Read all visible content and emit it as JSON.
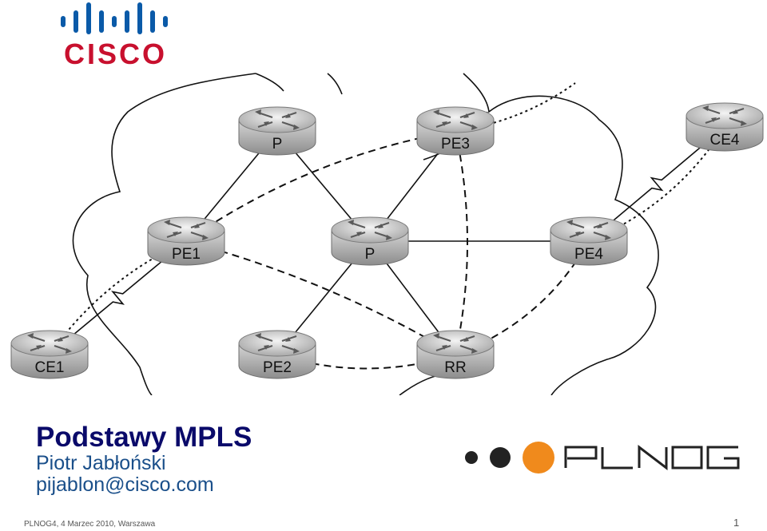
{
  "header": {
    "logo_text": "CISCO",
    "brand_color": "#c8102e",
    "bar_color": "#0a5aa8"
  },
  "diagram": {
    "routers": [
      {
        "id": "p_top",
        "label": "P"
      },
      {
        "id": "pe3",
        "label": "PE3"
      },
      {
        "id": "ce4",
        "label": "CE4"
      },
      {
        "id": "pe1",
        "label": "PE1"
      },
      {
        "id": "p_center",
        "label": "P"
      },
      {
        "id": "pe4",
        "label": "PE4"
      },
      {
        "id": "ce1",
        "label": "CE1"
      },
      {
        "id": "pe2",
        "label": "PE2"
      },
      {
        "id": "rr",
        "label": "RR"
      }
    ],
    "links_solid": [
      [
        "p_top",
        "pe1"
      ],
      [
        "p_top",
        "p_center"
      ],
      [
        "pe3",
        "p_center"
      ],
      [
        "p_center",
        "pe4"
      ],
      [
        "p_center",
        "pe2"
      ],
      [
        "p_center",
        "rr"
      ]
    ],
    "links_serial": [
      [
        "pe1",
        "ce1"
      ],
      [
        "pe4",
        "ce4"
      ]
    ],
    "links_dashed_ibgp": [
      [
        "pe1",
        "pe3"
      ],
      [
        "pe1",
        "rr"
      ],
      [
        "pe2",
        "rr"
      ],
      [
        "pe4",
        "rr"
      ],
      [
        "pe3",
        "rr"
      ]
    ],
    "links_dotted_vpn": [
      [
        "pe1",
        "ce1"
      ],
      [
        "pe4",
        "ce4"
      ],
      [
        "pe3",
        "external"
      ]
    ]
  },
  "presentation": {
    "title": "Podstawy MPLS",
    "author": "Piotr Jabłoński",
    "email": "pijablon@cisco.com"
  },
  "plnog_logo": {
    "text": "PLNOG",
    "dot_colors": [
      "#222222",
      "#222222",
      "#f08a1c"
    ]
  },
  "footer": {
    "event": "PLNOG4, 4 Marzec 2010, Warszawa",
    "page_number": "1"
  }
}
